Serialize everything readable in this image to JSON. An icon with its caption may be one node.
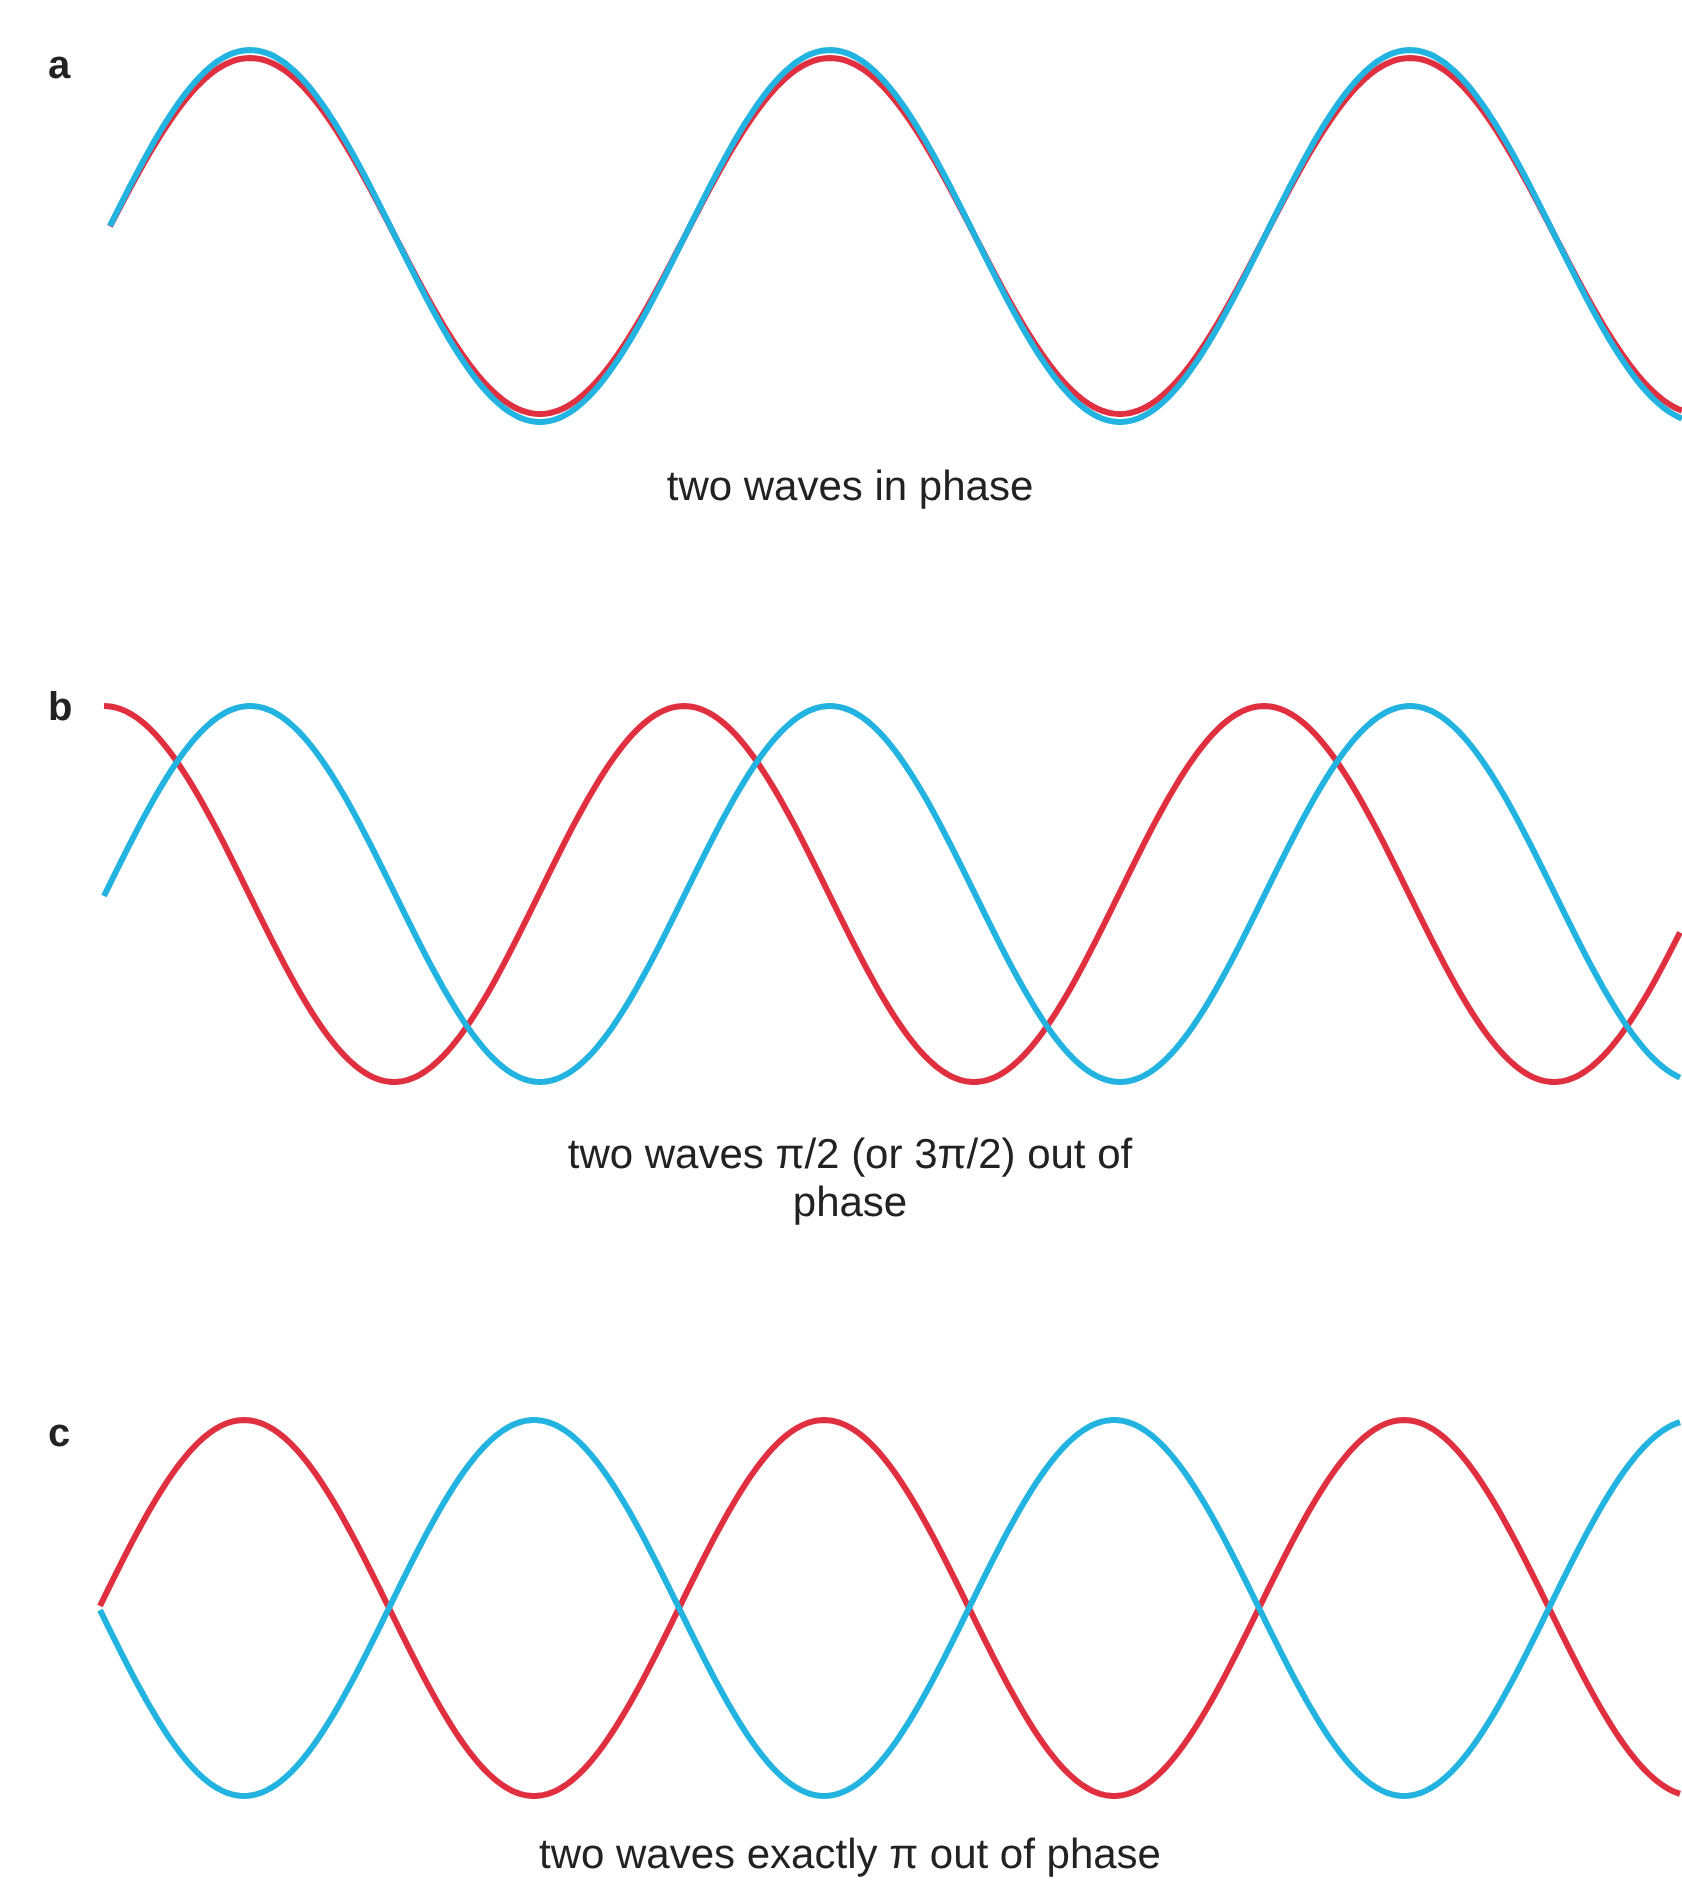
{
  "diagram": {
    "labels": [
      "a",
      "two waves in phase",
      "b",
      "two waves π/2 (or 3π/2) out of phase",
      "c",
      "two waves exactly π out of phase"
    ]
  }
}
